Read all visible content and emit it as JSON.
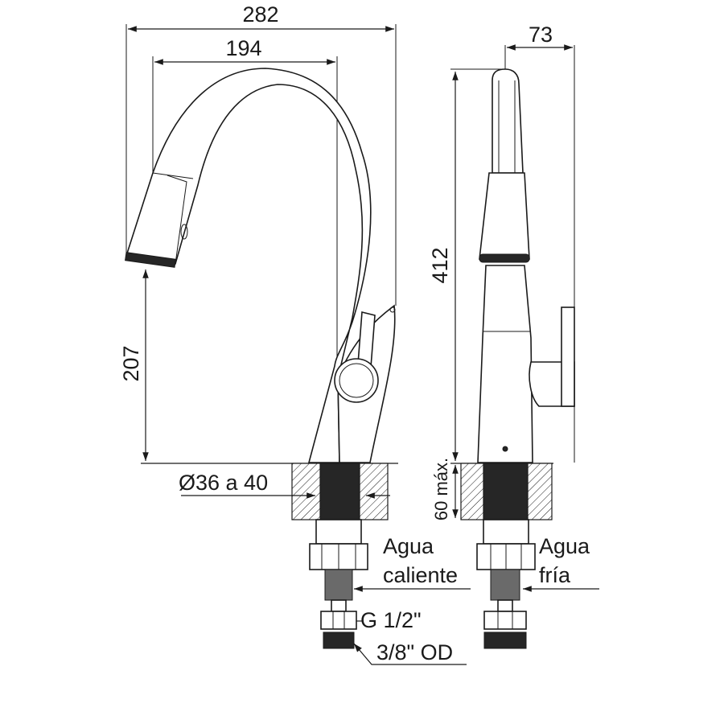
{
  "dimensions": {
    "total_width": "282",
    "reach": "194",
    "side_depth": "73",
    "total_height": "412",
    "spout_height": "207",
    "max_deck_thickness": "60 máx.",
    "hole_diameter": "Ø36 a 40"
  },
  "labels": {
    "hot_water_line1": "Agua",
    "hot_water_line2": "caliente",
    "cold_water_line1": "Agua",
    "cold_water_line2": "fría",
    "thread": "G 1/2\"",
    "hose": "3/8\" OD"
  }
}
